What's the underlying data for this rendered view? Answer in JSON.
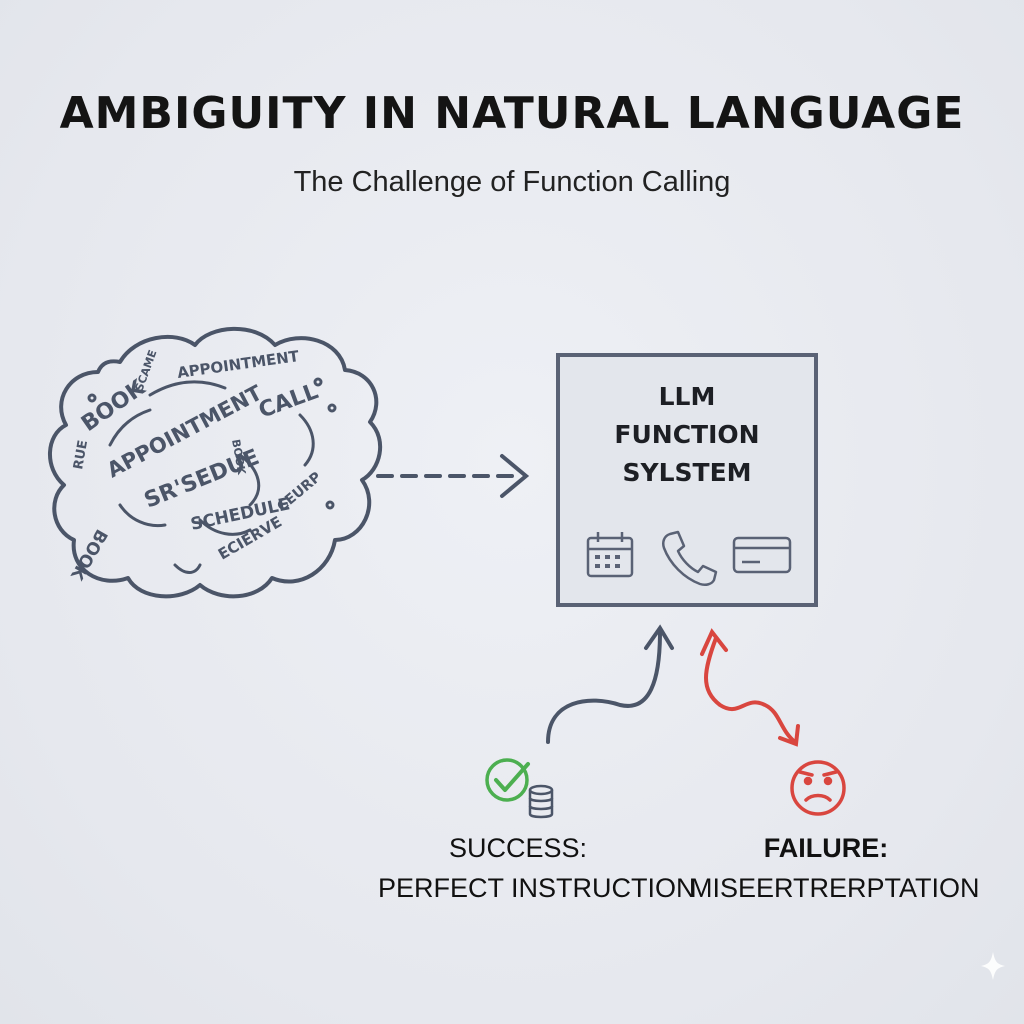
{
  "header": {
    "title": "AMBIGUITY IN NATURAL LANGUAGE",
    "subtitle": "The Challenge of Function Calling"
  },
  "cloud": {
    "words": [
      "BOOK",
      "APPOINTMENT",
      "APPOINTMENT",
      "CALL",
      "SR'SEDUE",
      "SCHEDULE",
      "ECIERVE",
      "CEURP",
      "BOOK",
      "RUE",
      "SCAME",
      "BOOK"
    ]
  },
  "system_box": {
    "label_lines": [
      "LLM",
      "FUNCTION",
      "SYLSTEM"
    ],
    "icons": [
      "calendar-icon",
      "phone-icon",
      "credit-card-icon"
    ]
  },
  "outcomes": {
    "success": {
      "head": "SUCCESS:",
      "detail": "PERFECT INSTRUCTION",
      "icon": "checkmark-database-icon",
      "color": "#4caf50"
    },
    "failure": {
      "head": "FAILURE:",
      "detail": "MISEERTRERPTATION",
      "icon": "sad-face-icon",
      "color": "#d9463f"
    }
  },
  "colors": {
    "ink": "#4b5568",
    "success": "#4caf50",
    "failure": "#d9463f"
  }
}
